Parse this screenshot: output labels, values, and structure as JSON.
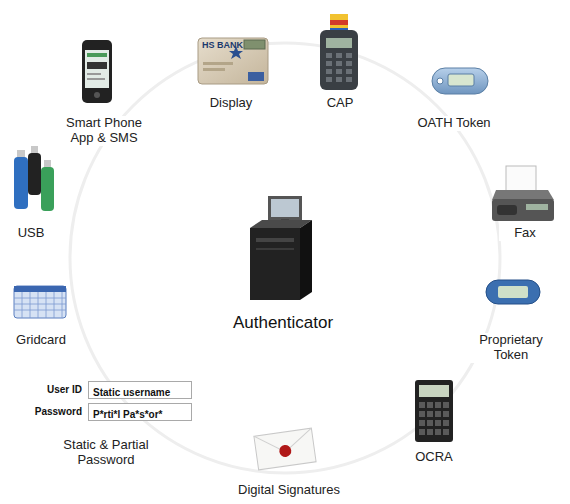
{
  "diagram": {
    "nodes": [
      {
        "text": [
          "Static username"
        ]
      },
      {
        "text": [
          "P*rti*l Pa*s*or*"
        ]
      }
    ],
    "labels": [
      "HS BANK",
      "Display",
      "CAP",
      "Smart Phone App & SMS",
      "OATH Token",
      "USB",
      "Fax",
      "Authenticator",
      "Gridcard",
      "Proprietary Token",
      "User ID",
      "Password",
      "Static & Partial Password",
      "OCRA",
      "Digital Signatures"
    ]
  }
}
